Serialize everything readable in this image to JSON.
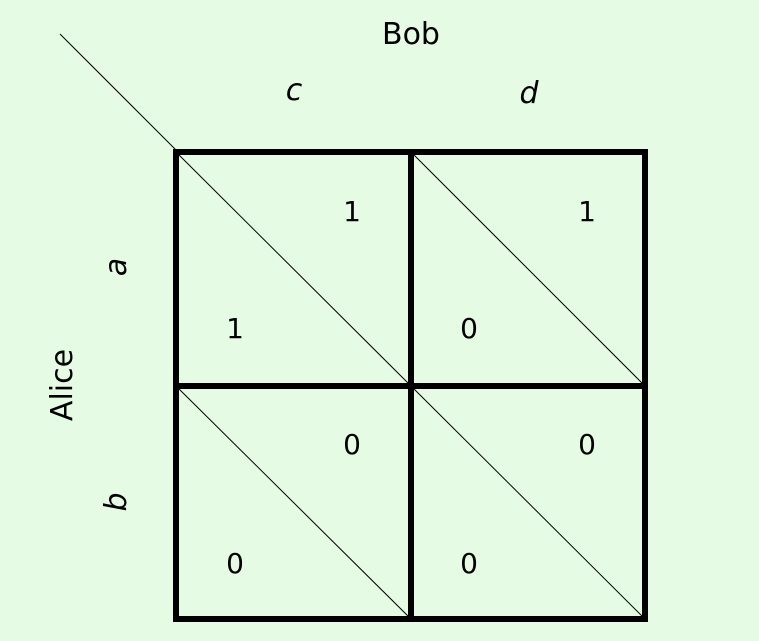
{
  "players": {
    "column_player": "Bob",
    "row_player": "Alice"
  },
  "strategies": {
    "columns": [
      "c",
      "d"
    ],
    "rows": [
      "a",
      "b"
    ]
  },
  "payoffs": {
    "a_c": {
      "alice": "1",
      "bob": "1"
    },
    "a_d": {
      "alice": "0",
      "bob": "1"
    },
    "b_c": {
      "alice": "0",
      "bob": "0"
    },
    "b_d": {
      "alice": "0",
      "bob": "0"
    }
  },
  "colors": {
    "background": "#e6fbe3",
    "ink": "#000000"
  }
}
